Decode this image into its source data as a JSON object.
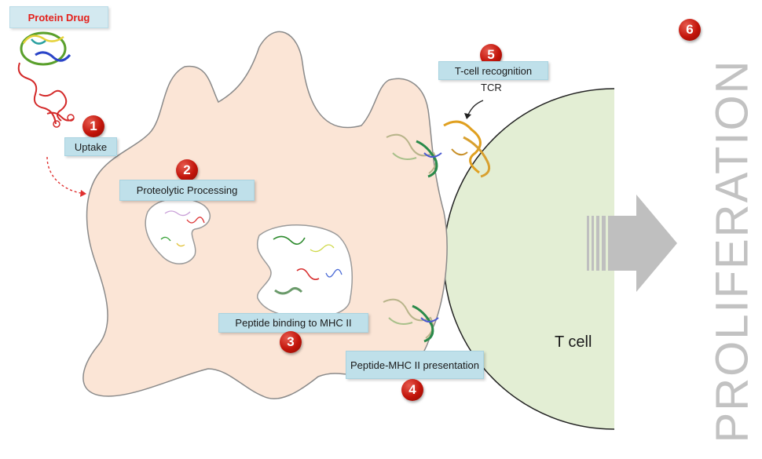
{
  "protein_drug_label": "Protein Drug",
  "steps": [
    {
      "number": "1",
      "label": "Uptake"
    },
    {
      "number": "2",
      "label": "Proteolytic Processing"
    },
    {
      "number": "3",
      "label": "Peptide binding to MHC II"
    },
    {
      "number": "4",
      "label": "Peptide-MHC II presentation"
    },
    {
      "number": "5",
      "label": "T-cell recognition"
    },
    {
      "number": "6",
      "label": "PROLIFERATION"
    }
  ],
  "tcr_label": "TCR",
  "tcell_label": "T cell",
  "colors": {
    "apc_fill": "#fbe5d6",
    "tcell_fill": "#e3eed4",
    "label_box": "#bfe0ea",
    "badge_red": "#c2140a",
    "title_red": "#e4201b",
    "arrow_gray": "#bfbfbf",
    "prolif_gray": "#c2c2c2"
  }
}
